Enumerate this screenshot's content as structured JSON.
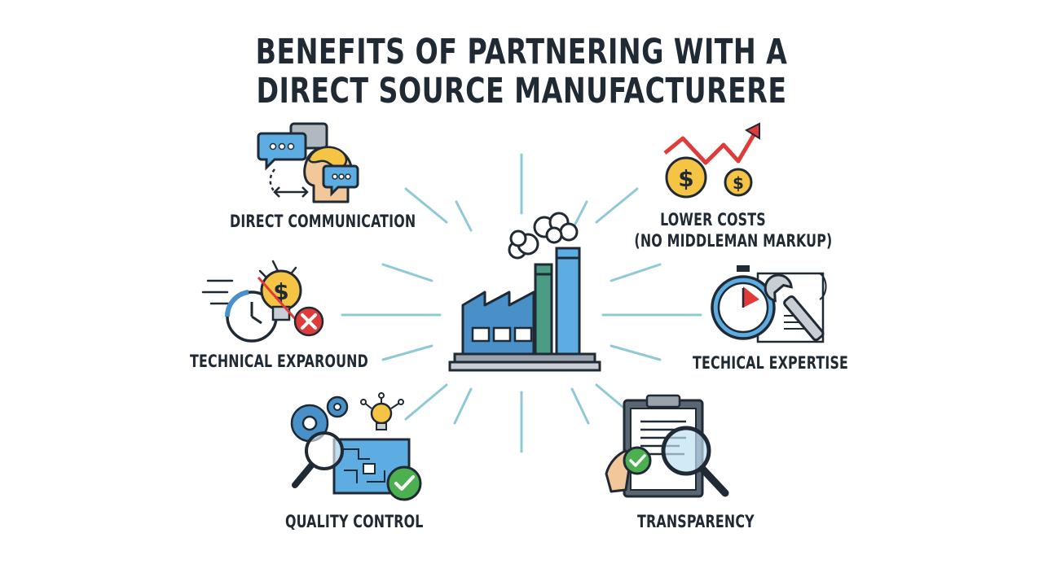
{
  "title": {
    "line1": "BENEFITS OF PARTNERING WITH A",
    "line2": "DIRECT SOURCE MANUFACTURERE"
  },
  "benefits": {
    "direct_communication": "DIRECT COMMUNICATION",
    "technical_exparound": "TECHNICAL EXPAROUND",
    "quality_control": "QUALITY CONTROL",
    "lower_costs_line1": "LOWER COSTS",
    "lower_costs_line2": "(NO MIDDLEMAN MARKUP)",
    "technical_expertise": "TECHICAL EXPERTISE",
    "transparency": "TRANSPARENCY"
  },
  "icons": {
    "center": "factory-icon",
    "direct_communication": "chat-head-icon",
    "technical_exparound": "clock-lightbulb-dollar-icon",
    "quality_control": "gear-magnifier-check-icon",
    "lower_costs": "dollar-trend-arrow-icon",
    "technical_expertise": "stopwatch-wrench-icon",
    "transparency": "clipboard-magnifier-icon"
  },
  "colors": {
    "ink": "#1f2a35",
    "blue": "#4a90c8",
    "light_blue": "#5dade2",
    "ray": "#8ec9d6",
    "yellow": "#f6c445",
    "green": "#4caf50",
    "red": "#e03b3b",
    "teal": "#4a9c84"
  }
}
